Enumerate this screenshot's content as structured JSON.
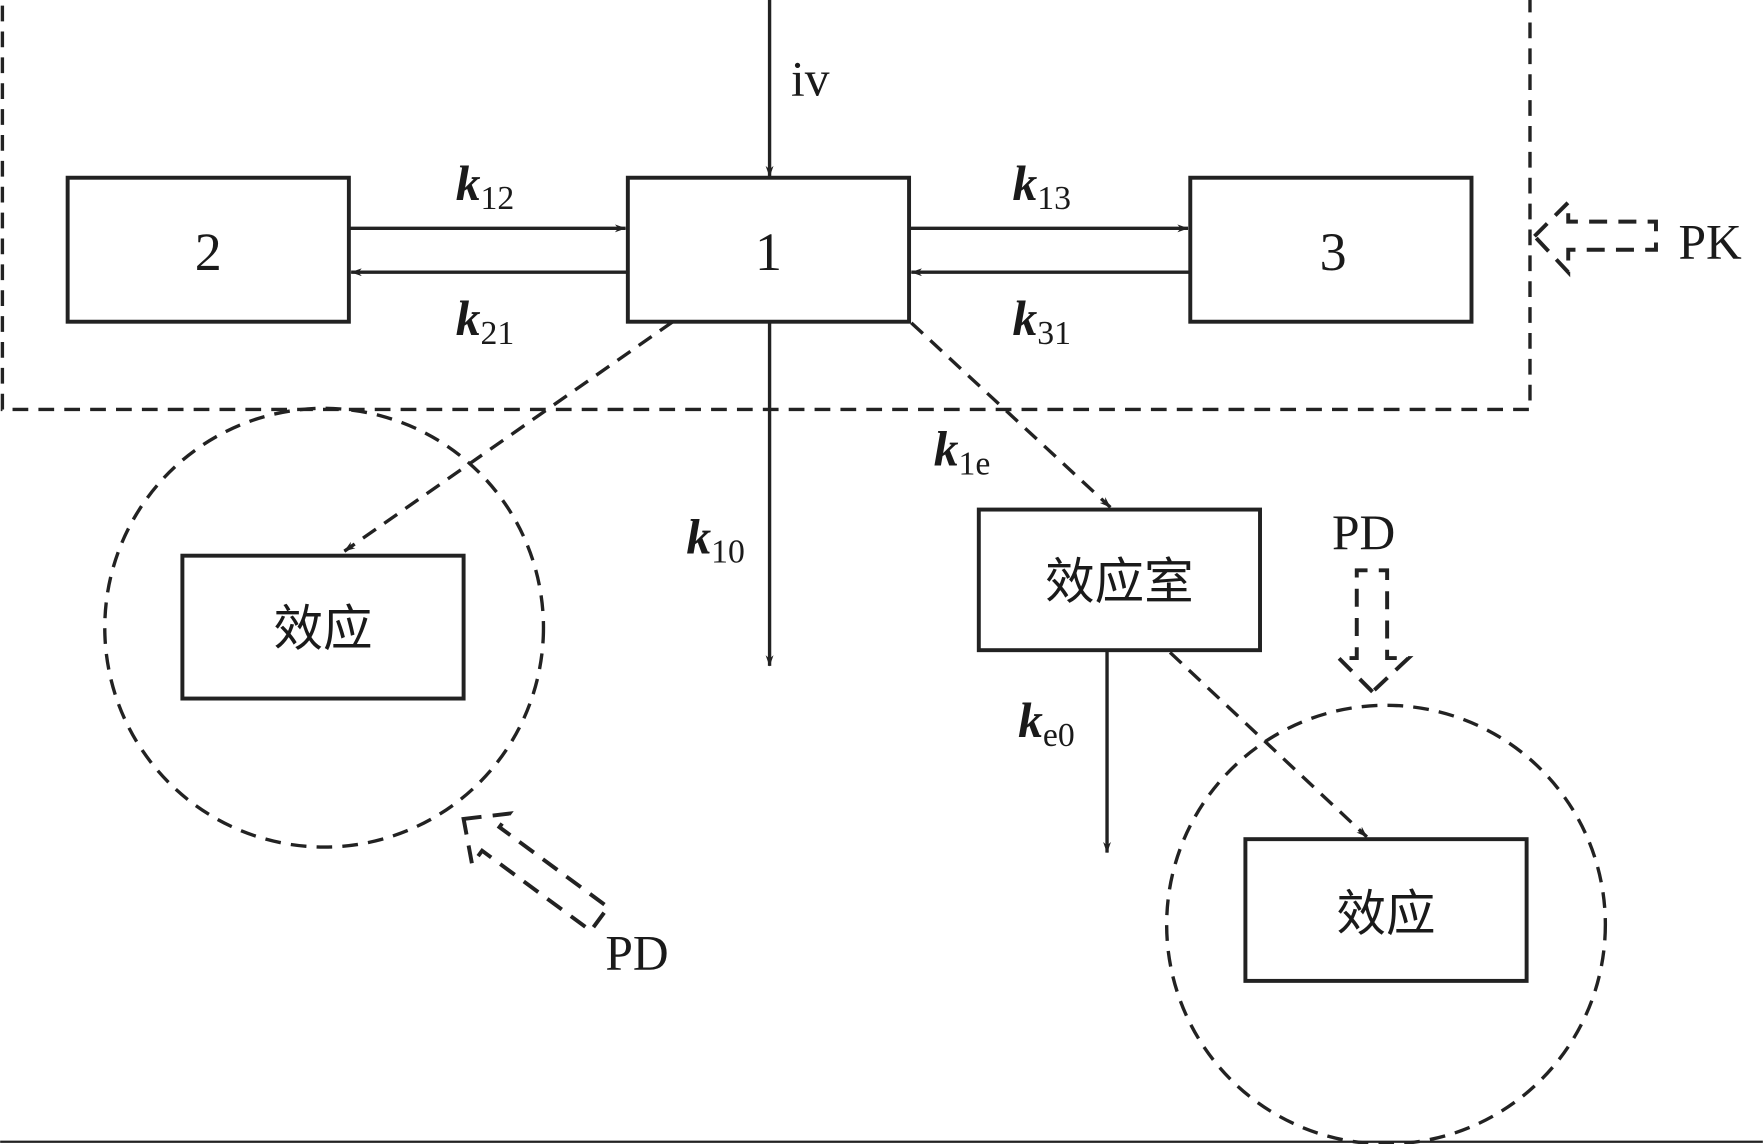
{
  "compartments": {
    "central": "1",
    "peripheral_2": "2",
    "peripheral_3": "3",
    "effect_compartment": "效应室"
  },
  "effects": {
    "left": "效应",
    "right": "效应"
  },
  "rates": {
    "iv": "iv",
    "k12": {
      "k": "k",
      "sub": "12"
    },
    "k21": {
      "k": "k",
      "sub": "21"
    },
    "k13": {
      "k": "k",
      "sub": "13"
    },
    "k31": {
      "k": "k",
      "sub": "31"
    },
    "k10": {
      "k": "k",
      "sub": "10"
    },
    "k1e": {
      "k": "k",
      "sub": "1e"
    },
    "ke0": {
      "k": "k",
      "sub": "e0"
    }
  },
  "regions": {
    "pk": "PK",
    "pd_top": "PD",
    "pd_bottom": "PD"
  }
}
